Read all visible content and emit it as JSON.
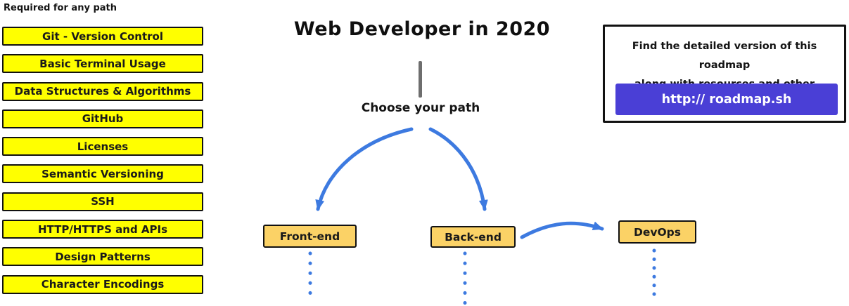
{
  "title": "Web Developer in 2020",
  "sidebar": {
    "heading": "Required for any path",
    "items": [
      "Git - Version Control",
      "Basic Terminal Usage",
      "Data Structures & Algorithms",
      "GitHub",
      "Licenses",
      "Semantic Versioning",
      "SSH",
      "HTTP/HTTPS and APIs",
      "Design Patterns",
      "Character Encodings"
    ]
  },
  "flow": {
    "prompt": "Choose your path",
    "nodes": [
      {
        "label": "Front-end"
      },
      {
        "label": "Back-end"
      },
      {
        "label": "DevOps"
      }
    ]
  },
  "info_box": {
    "line1": "Find the detailed version of this roadmap",
    "line2": "along with resources and other roadmaps",
    "button_label": "http:// roadmap.sh"
  },
  "colors": {
    "required_box_fill": "#FFFF00",
    "path_box_fill": "#FBD266",
    "arrow_blue": "#3D7AE0",
    "button_purple": "#4A3FD6",
    "border_black": "#111111",
    "connector_gray": "#6E6E6E"
  }
}
